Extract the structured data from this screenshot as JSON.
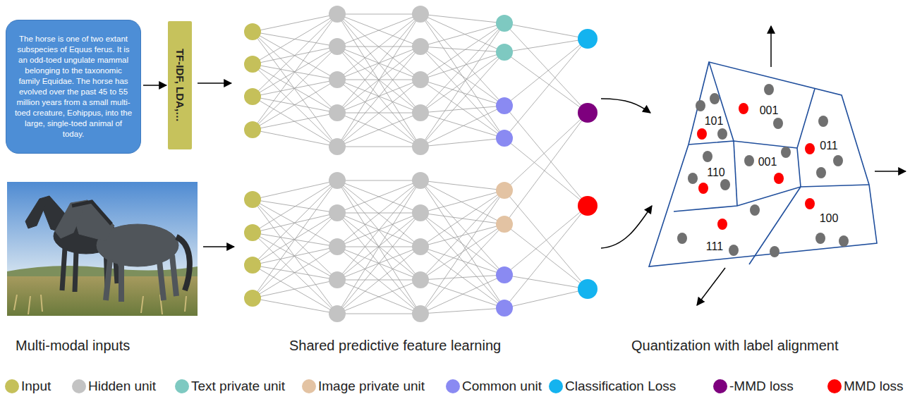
{
  "diagram": {
    "nodes": [
      {
        "text": [
          "The horse is one of two extant subspecies of Equus ferus. It is an odd-toed ungulate mammal belonging to the taxonomic family Equidae. The horse has evolved over the past 45 to 55 million years from a small multi-toed creature, Eohippus, into the large, single-toed animal of today."
        ]
      },
      {
        "text": [
          "TF-IDF, LDA,…"
        ]
      }
    ],
    "edges": [
      {
        "from": 0,
        "to": 1,
        "arrow": "to"
      }
    ],
    "labels": [
      "Multi-modal inputs",
      "Shared predictive feature learning",
      "Quantization with label alignment",
      "101",
      "001",
      "011",
      "110",
      "001",
      "111",
      "100"
    ],
    "legend": [
      {
        "text": "Input",
        "color": "#c5c05a"
      },
      {
        "text": "Hidden unit",
        "color": "#c3c3c3"
      },
      {
        "text": "Text private unit",
        "color": "#7ec9c1"
      },
      {
        "text": "Image private unit",
        "color": "#e3c3a3"
      },
      {
        "text": "Common unit",
        "color": "#8a8af2"
      },
      {
        "text": "Classification Loss",
        "color": "#14b3ef"
      },
      {
        "text": "-MMD loss",
        "color": "#7e007e"
      },
      {
        "text": "MMD loss",
        "color": "#fe0000"
      }
    ]
  }
}
